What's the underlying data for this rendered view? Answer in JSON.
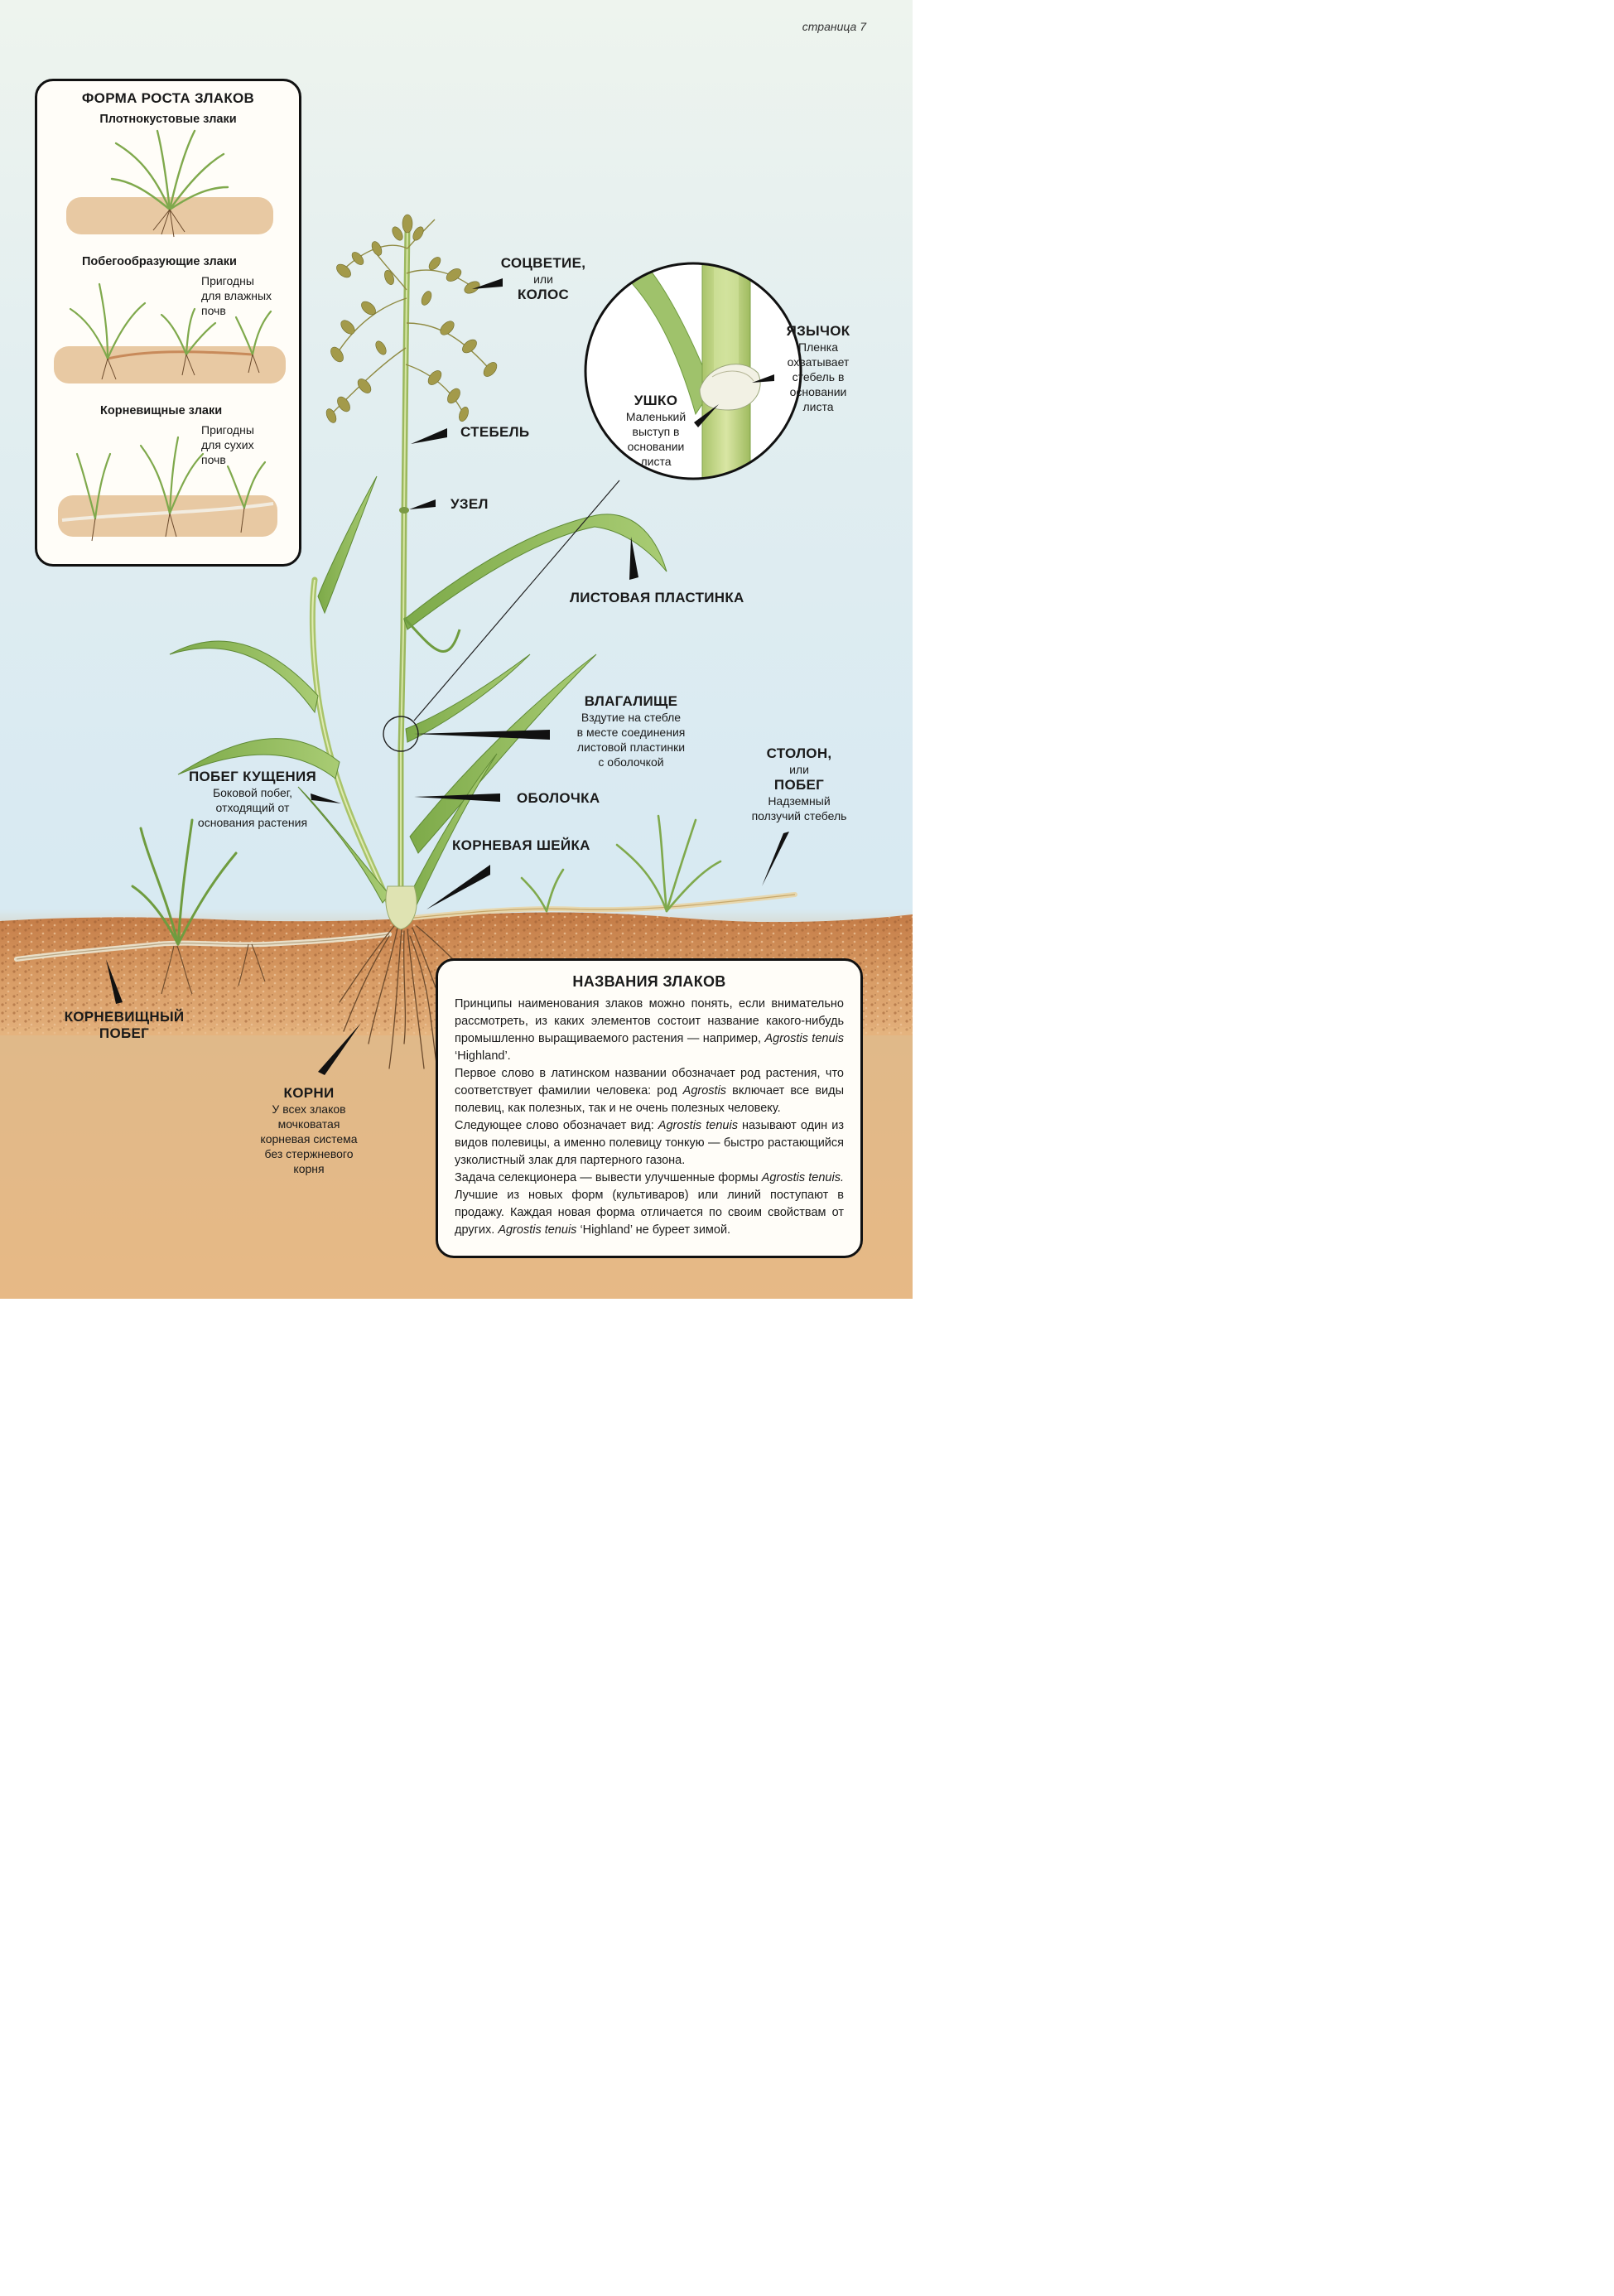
{
  "header": {
    "page_number": "страница 7"
  },
  "growth_forms": {
    "title": "ФОРМА РОСТА ЗЛАКОВ",
    "bunch": {
      "label": "Плотнокустовые злаки"
    },
    "stoloniferous": {
      "label": "Побегообразующие злаки",
      "note": [
        "Пригодны",
        "для влажных",
        "почв"
      ]
    },
    "rhizomatous": {
      "label": "Корневищные злаки",
      "note": [
        "Пригодны",
        "для сухих",
        "почв"
      ]
    }
  },
  "labels": {
    "inflorescence": {
      "title": "СОЦВЕТИЕ,",
      "or": "или",
      "alt": "КОЛОС"
    },
    "stem": {
      "title": "СТЕБЕЛЬ"
    },
    "node": {
      "title": "УЗЕЛ"
    },
    "blade": {
      "title": "ЛИСТОВАЯ ПЛАСТИНКА"
    },
    "collar": {
      "title": "ВЛАГАЛИЩЕ",
      "desc": [
        "Вздутие на стебле",
        "в месте соединения",
        "листовой пластинки",
        "с оболочкой"
      ]
    },
    "sheath": {
      "title": "ОБОЛОЧКА"
    },
    "crown": {
      "title": "КОРНЕВАЯ ШЕЙКА"
    },
    "tiller": {
      "title": "ПОБЕГ КУЩЕНИЯ",
      "desc": [
        "Боковой побег,",
        "отходящий от",
        "основания растения"
      ]
    },
    "stolon": {
      "title": "СТОЛОН,",
      "or": "или",
      "alt": "ПОБЕГ",
      "desc": [
        "Надземный",
        "ползучий стебель"
      ]
    },
    "rhizome": {
      "title": [
        "КОРНЕВИЩНЫЙ",
        "ПОБЕГ"
      ]
    },
    "roots": {
      "title": "КОРНИ",
      "desc": [
        "У всех злаков",
        "мочковатая",
        "корневая система",
        "без стержневого",
        "корня"
      ]
    },
    "ligule": {
      "title": "ЯЗЫЧОК",
      "desc": [
        "Пленка",
        "охватывает",
        "стебель в",
        "основании",
        "листа"
      ]
    },
    "auricle": {
      "title": "УШКО",
      "desc": [
        "Маленький",
        "выступ в",
        "основании",
        "листа"
      ]
    }
  },
  "names_box": {
    "title": "НАЗВАНИЯ ЗЛАКОВ",
    "p1": {
      "a": "Принципы наименования злаков можно понять, если внимательно рассмотреть, из каких элементов состоит название какого-нибудь промышленно выращиваемого растения — например, ",
      "b": "Agrostis tenuis",
      "c": " ‘Highland’."
    },
    "p2": {
      "a": "Первое слово в латинском названии обозначает род растения, что соответствует фамилии человека: род ",
      "b": "Agrostis",
      "c": " включает все виды полевиц, как полезных, так и не очень полезных человеку."
    },
    "p3": {
      "a": "Следующее слово обозначает вид: ",
      "b": "Agrostis tenuis",
      "c": " называют один из видов полевицы, а именно полевицу тонкую — быстро растающийся узколистный злак для партерного газона."
    },
    "p4": {
      "a": "Задача селекционера — вывести улучшенные формы ",
      "b": "Agrostis tenuis.",
      "c": " Лучшие из новых форм (культиваров) или линий поступают в продажу. Каждая новая форма отличается по своим свойствам от других. ",
      "d": "Agrostis tenuis",
      "e": " ‘Highland’ не буреет зимой."
    }
  },
  "colors": {
    "leaf": "#8fb85a",
    "leaf_dark": "#5f8a35",
    "stem": "#b5c979",
    "soil": "#c98a52",
    "spikelet": "#a39a4a",
    "root": "#6b4a2c"
  }
}
